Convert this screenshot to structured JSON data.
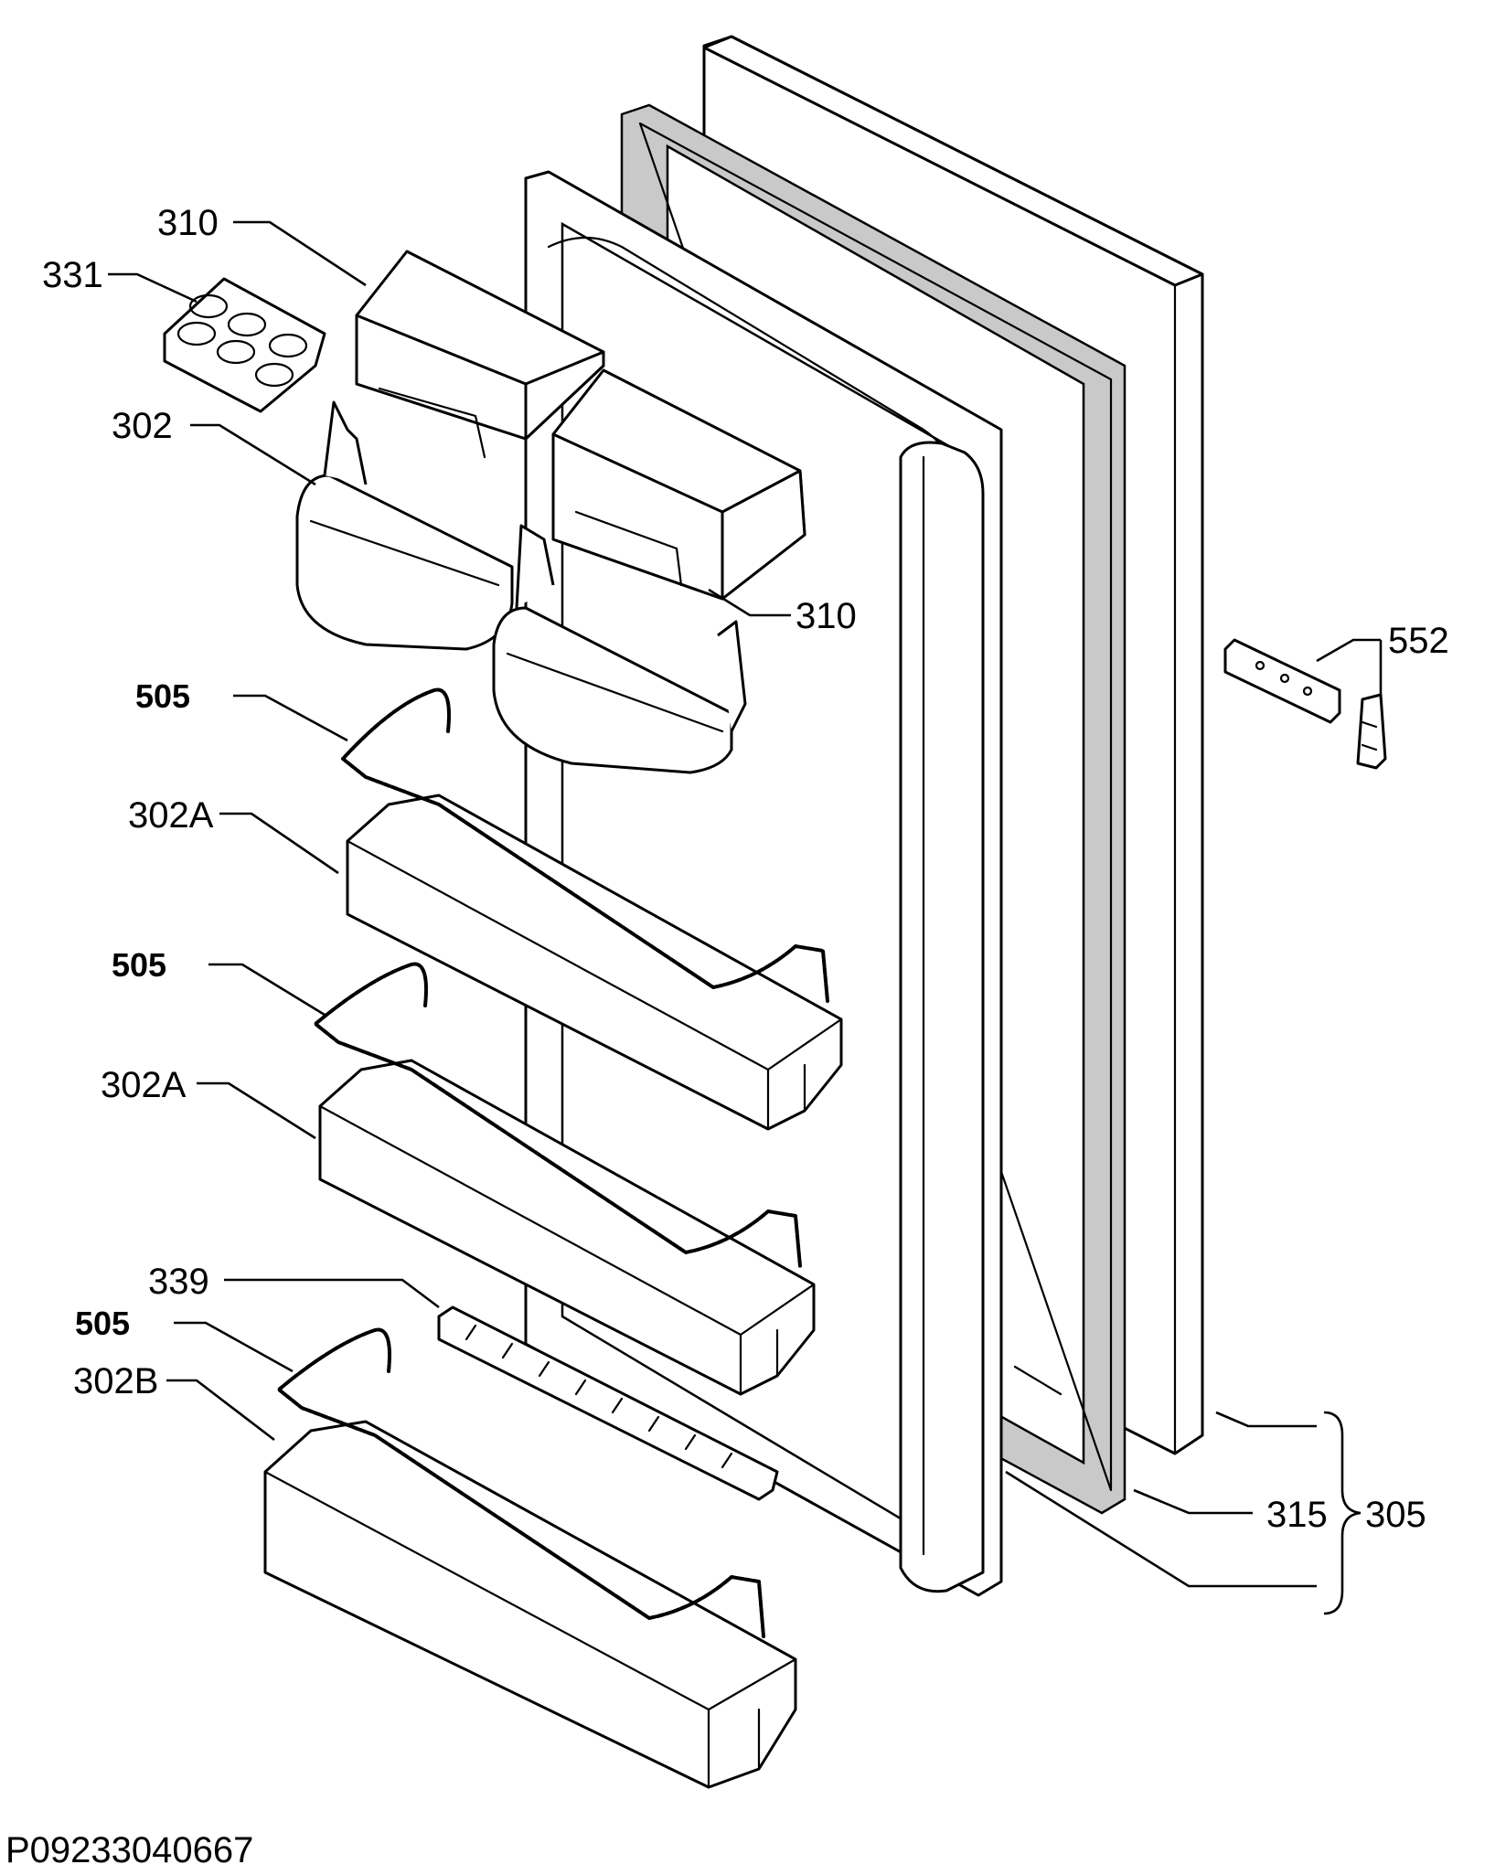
{
  "diagram_code": "P09233040667",
  "labels": {
    "l310a": "310",
    "l331": "331",
    "l302": "302",
    "l310b": "310",
    "l552": "552",
    "l505a": "505",
    "l302Aa": "302A",
    "l505b": "505",
    "l302Ab": "302A",
    "l339": "339",
    "l505c": "505",
    "l302B": "302B",
    "l315": "315",
    "l305": "305"
  }
}
